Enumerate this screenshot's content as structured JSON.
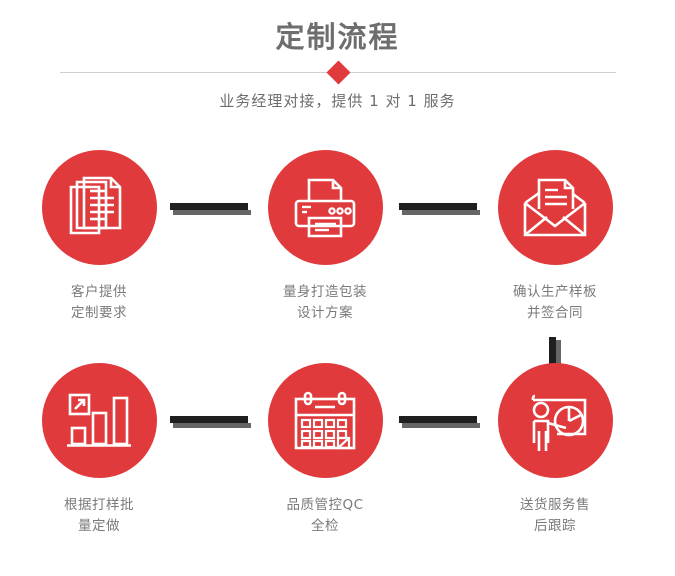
{
  "header": {
    "title": "定制流程",
    "subtitle": "业务经理对接，提供 1 对 1 服务",
    "divider_icon": "diamond-icon"
  },
  "colors": {
    "accent_red": "#e03a3c",
    "title_gray": "#6e6e6e",
    "caption_gray": "#7a7a7a",
    "connector_dark": "#1f1f1f",
    "connector_shadow": "#666666",
    "divider_line": "#cfcfcf"
  },
  "flow": {
    "rows": [
      {
        "steps": [
          {
            "icon": "documents-stack-icon",
            "caption_line1": "客户提供",
            "caption_line2": "定制要求"
          },
          {
            "icon": "printer-icon",
            "caption_line1": "量身打造包装",
            "caption_line2": "设计方案"
          },
          {
            "icon": "envelope-document-icon",
            "caption_line1": "确认生产样板",
            "caption_line2": "并签合同"
          }
        ]
      },
      {
        "steps": [
          {
            "icon": "bar-chart-growth-icon",
            "caption_line1": "根据打样批",
            "caption_line2": "量定做"
          },
          {
            "icon": "calendar-icon",
            "caption_line1": "品质管控QC",
            "caption_line2": "全检"
          },
          {
            "icon": "presentation-pie-chart-icon",
            "caption_line1": "送货服务售",
            "caption_line2": "后跟踪"
          }
        ]
      }
    ]
  }
}
